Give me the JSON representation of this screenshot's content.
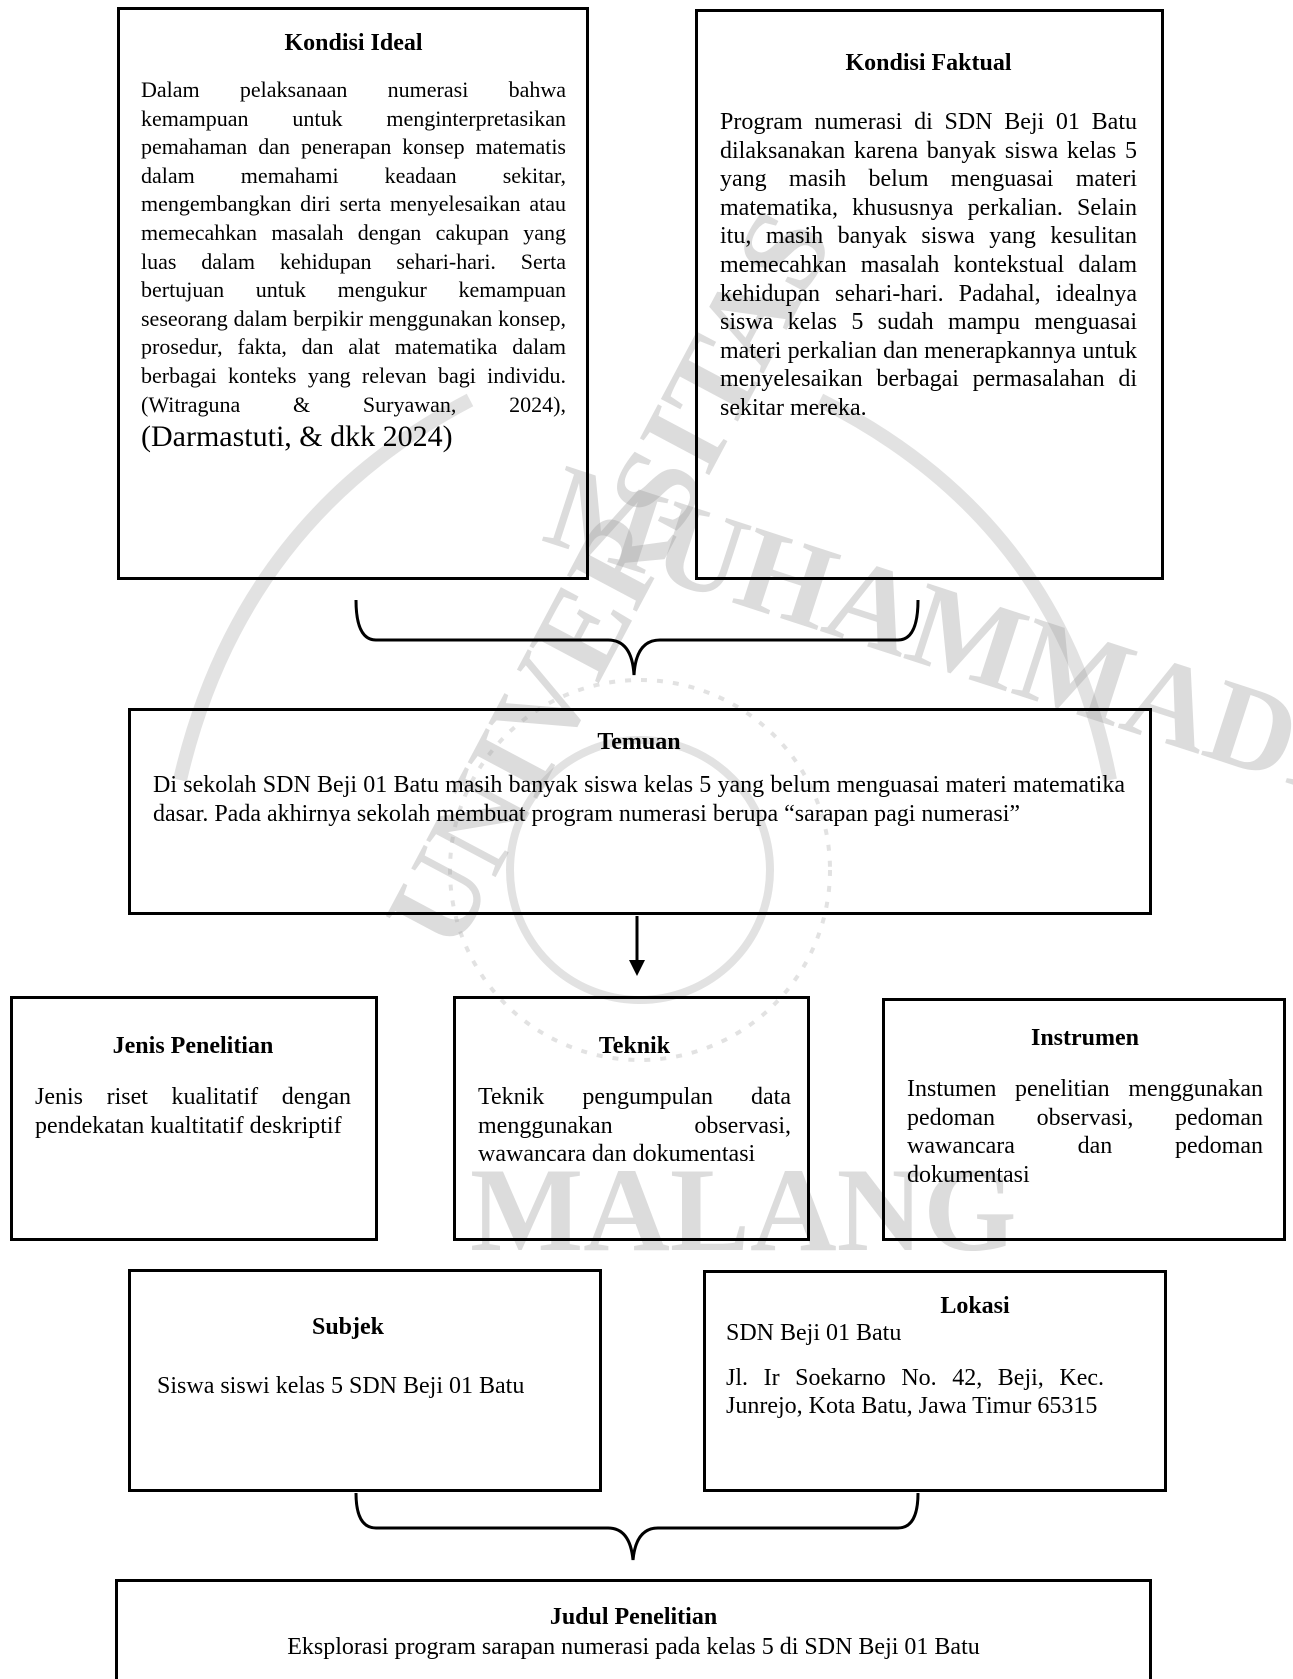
{
  "watermark": {
    "text_top": "MUHAMMADIYAH",
    "text_left": "UNIVERSITAS",
    "text_bottom": "MALANG",
    "color": "#9a9a9a"
  },
  "kondisi_ideal": {
    "title": "Kondisi Ideal",
    "body": "Dalam pelaksanaan numerasi bahwa kemampuan untuk menginterpretasikan pemahaman dan penerapan konsep matematis dalam memahami keadaan sekitar, mengembangkan diri serta menyelesaikan atau memecahkan masalah dengan cakupan yang luas dalam kehidupan sehari-hari. Serta bertujuan untuk mengukur kemampuan seseorang dalam berpikir menggunakan konsep, prosedur, fakta, dan alat matematika dalam berbagai konteks yang relevan bagi individu. (Witraguna & Suryawan, 2024), ",
    "citation_large": "(Darmastuti, & dkk 2024)"
  },
  "kondisi_faktual": {
    "title": "Kondisi Faktual",
    "body": "Program numerasi di SDN Beji 01 Batu dilaksanakan karena banyak siswa kelas 5 yang masih belum menguasai materi matematika, khususnya perkalian. Selain itu, masih banyak siswa yang kesulitan memecahkan masalah kontekstual dalam kehidupan sehari-hari. Padahal, idealnya siswa kelas 5 sudah mampu menguasai materi perkalian dan menerapkannya untuk menyelesaikan berbagai permasalahan di sekitar mereka."
  },
  "temuan": {
    "title": "Temuan",
    "body": "Di sekolah SDN Beji 01 Batu masih banyak siswa kelas 5 yang belum menguasai materi matematika dasar. Pada akhirnya sekolah membuat program numerasi berupa “sarapan pagi numerasi”"
  },
  "jenis_penelitian": {
    "title": "Jenis Penelitian",
    "body": "Jenis riset kualitatif dengan pendekatan kualtitatif deskriptif"
  },
  "teknik": {
    "title": "Teknik",
    "body": "Teknik pengumpulan data menggunakan observasi, wawancara dan dokumentasi"
  },
  "instrumen": {
    "title": "Instrumen",
    "body": "Instumen penelitian menggunakan pedoman observasi, pedoman wawancara dan pedoman dokumentasi"
  },
  "subjek": {
    "title": "Subjek",
    "body": "Siswa siswi kelas 5 SDN Beji 01 Batu"
  },
  "lokasi": {
    "title": "Lokasi",
    "name": "SDN Beji 01 Batu",
    "address": "Jl. Ir Soekarno No. 42, Beji, Kec. Junrejo, Kota Batu, Jawa Timur 65315"
  },
  "judul_penelitian": {
    "title": "Judul Penelitian",
    "body": "Eksplorasi program sarapan numerasi pada kelas 5 di SDN Beji 01 Batu"
  }
}
